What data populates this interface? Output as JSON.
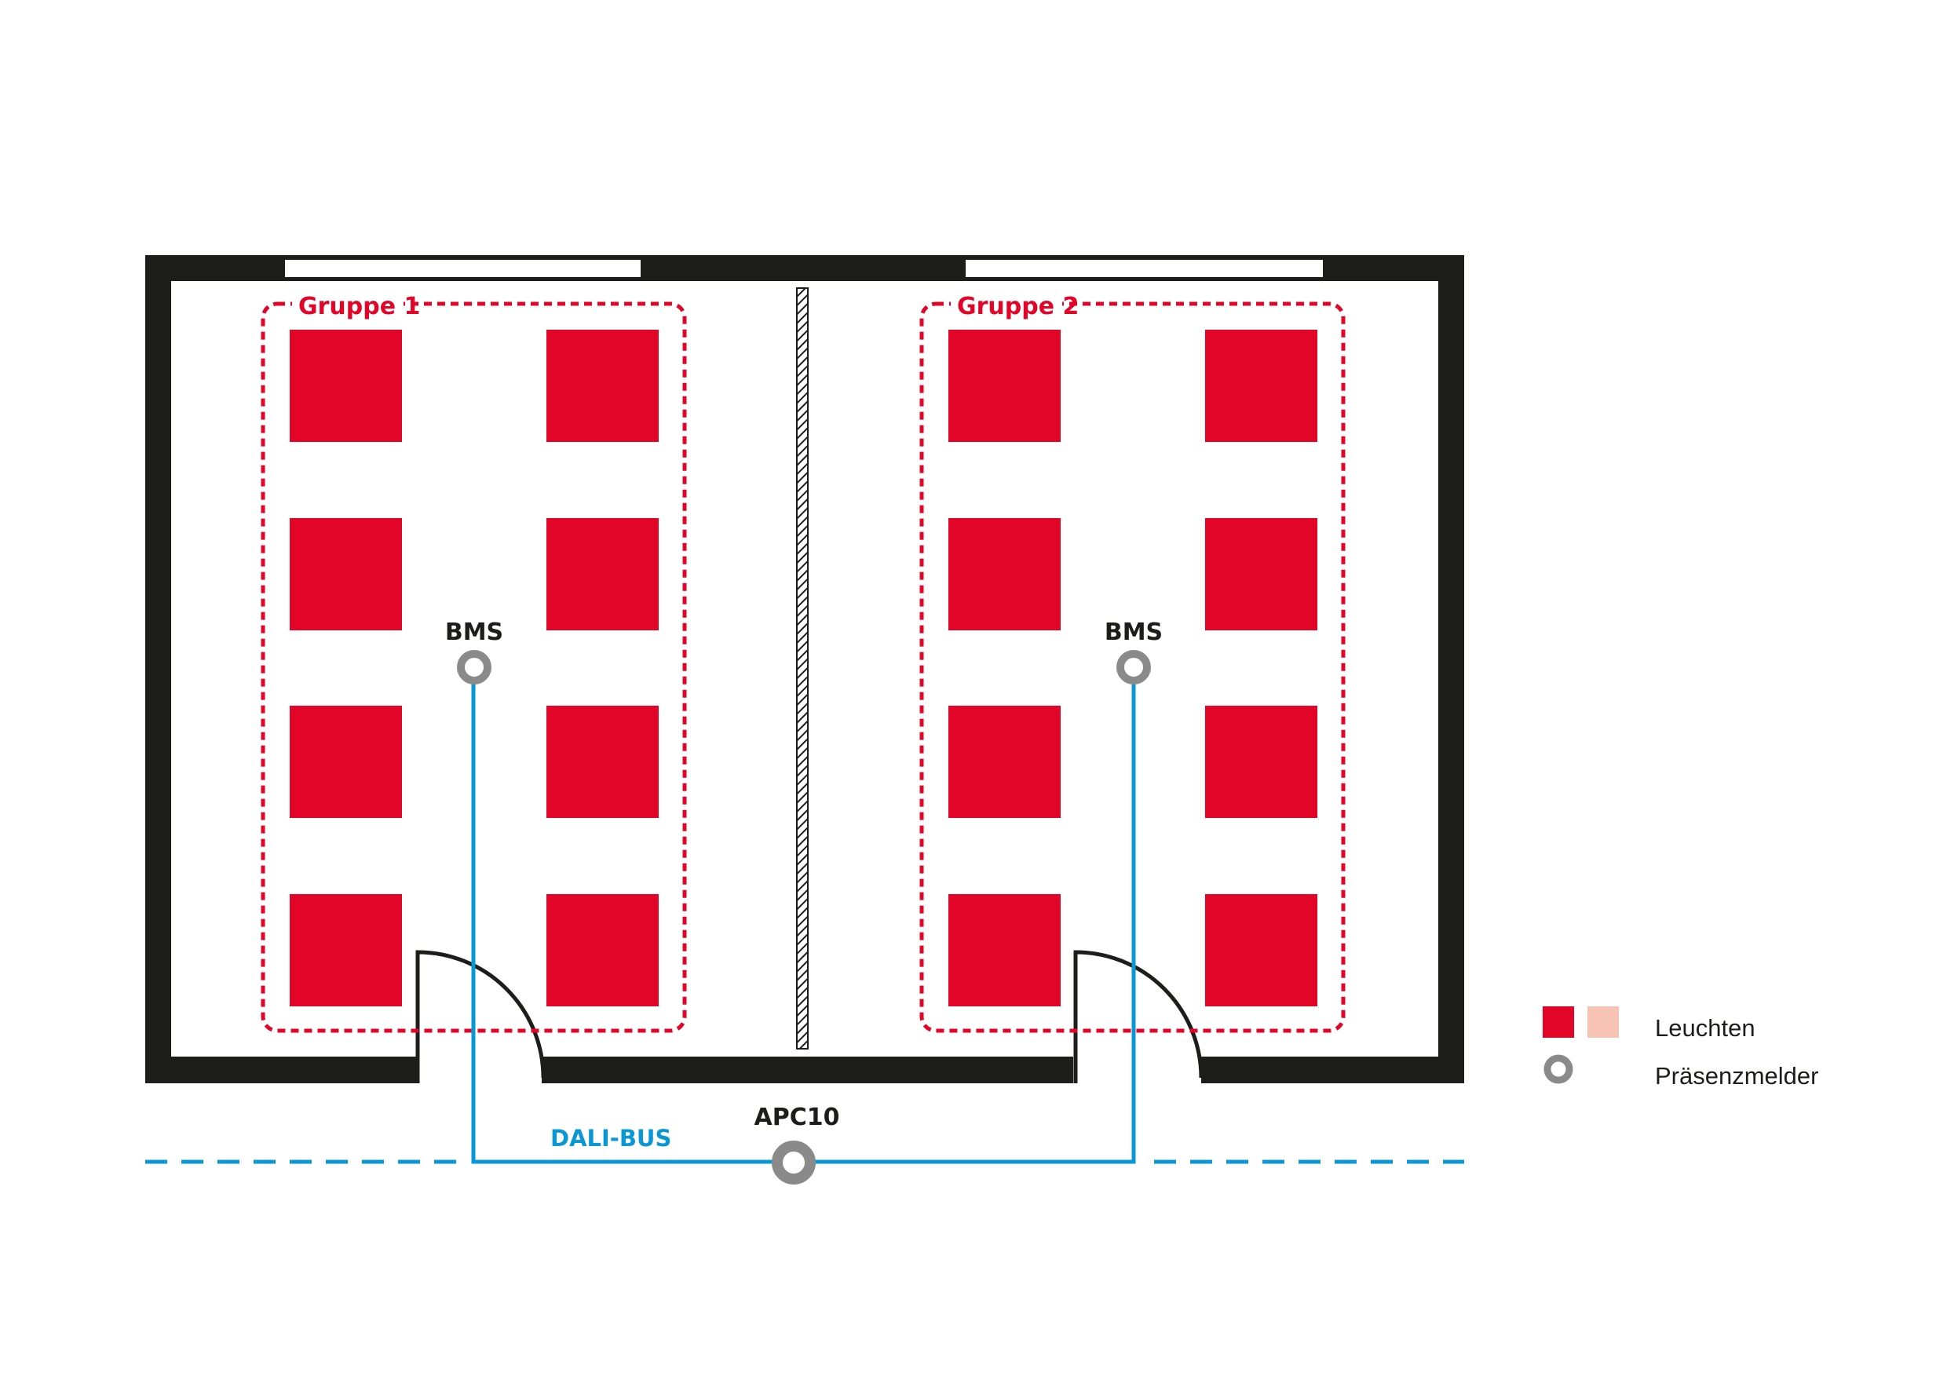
{
  "colors": {
    "wall": "#1d1d1b",
    "luminaire": "#e30528",
    "luminaire_dim": "#f6c3b4",
    "group_border": "#e30528",
    "bus": "#0a97d6",
    "sensor": "#8a8a8a",
    "text_dark": "#1d1d1b"
  },
  "groups": [
    {
      "label": "Gruppe 1"
    },
    {
      "label": "Gruppe 2"
    }
  ],
  "sensors": [
    {
      "label": "BMS",
      "icon": "presence-sensor-icon"
    },
    {
      "label": "BMS",
      "icon": "presence-sensor-icon"
    }
  ],
  "controller": {
    "label": "APC10",
    "icon": "controller-icon"
  },
  "bus": {
    "label": "DALI-BUS"
  },
  "legend": {
    "luminaires_label": "Leuchten",
    "sensor_label": "Präsenzmelder"
  }
}
